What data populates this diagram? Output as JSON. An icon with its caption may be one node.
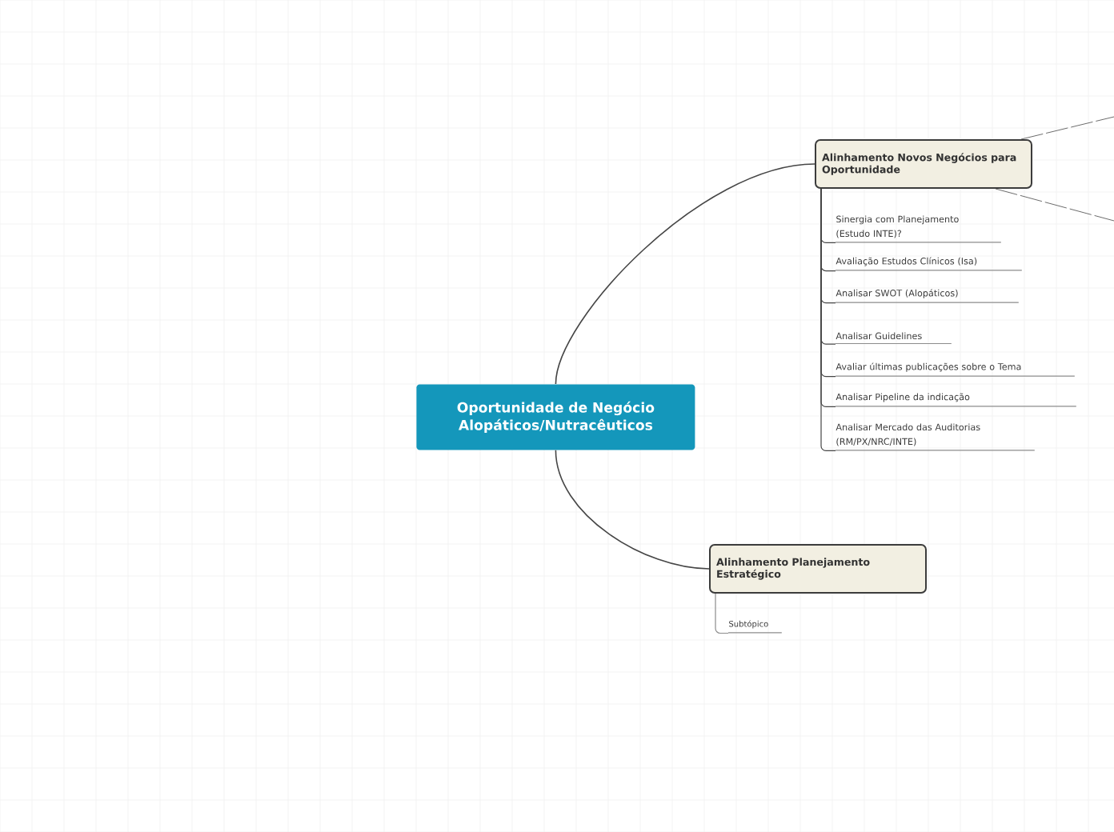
{
  "diagram": {
    "nodes": [
      {
        "text": [
          "Oportunidade de Negócio Alopáticos/Nutracêuticos"
        ]
      },
      {
        "text": [
          "Alinhamento Novos Negócios para Oportunidade"
        ]
      },
      {
        "text": [
          "Sinergia com Planejamento (Estudo INTE)?"
        ]
      },
      {
        "text": [
          "Avaliação Estudos Clínicos (Isa)"
        ]
      },
      {
        "text": [
          "Analisar SWOT (Alopáticos)"
        ]
      },
      {
        "text": [
          "Analisar Guidelines"
        ]
      },
      {
        "text": [
          "Avaliar últimas publicações sobre o Tema"
        ]
      },
      {
        "text": [
          "Analisar Pipeline da indicação"
        ]
      },
      {
        "text": [
          "Analisar Mercado das Auditorias (RM/PX/NRC/INTE)"
        ]
      },
      {
        "text": [
          "Alinhamento Planejamento Estratégico"
        ]
      },
      {
        "text": [
          "Subtópico"
        ]
      }
    ],
    "edges": [
      {
        "from": 0,
        "to": 1,
        "arrow": "none"
      },
      {
        "from": 0,
        "to": 9,
        "arrow": "none"
      },
      {
        "from": 1,
        "to": null,
        "arrow": "none",
        "style": "dashed"
      },
      {
        "from": 1,
        "to": null,
        "arrow": "none",
        "style": "dashed"
      },
      {
        "from": 1,
        "to": 2,
        "arrow": "none"
      },
      {
        "from": 1,
        "to": 3,
        "arrow": "none"
      },
      {
        "from": 1,
        "to": 4,
        "arrow": "none"
      },
      {
        "from": 1,
        "to": 5,
        "arrow": "none"
      },
      {
        "from": 1,
        "to": 6,
        "arrow": "none"
      },
      {
        "from": 1,
        "to": 7,
        "arrow": "none"
      },
      {
        "from": 1,
        "to": 8,
        "arrow": "none"
      },
      {
        "from": 9,
        "to": 10,
        "arrow": "none"
      }
    ]
  }
}
